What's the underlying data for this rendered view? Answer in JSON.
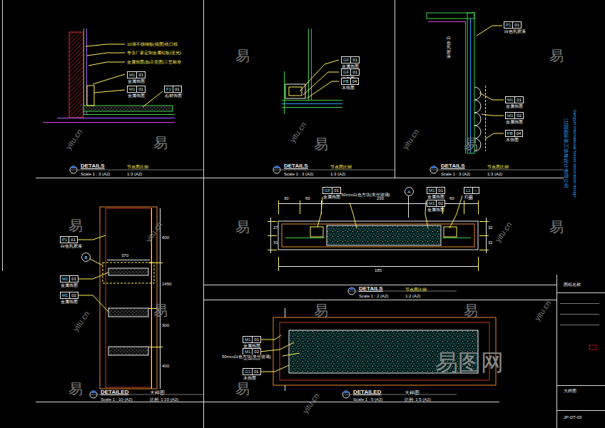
{
  "diagram": {
    "nodes": [
      {
        "text": [
          "M1",
          "01",
          "金属饰面"
        ]
      },
      {
        "text": [
          "M1",
          "01",
          "金属饰面"
        ]
      },
      {
        "text": [
          "F1",
          "01",
          "石材饰面"
        ]
      },
      {
        "text": [
          "GF",
          "01",
          "金属饰面"
        ]
      },
      {
        "text": [
          "GF",
          "01",
          "木饰面"
        ]
      },
      {
        "text": [
          "FB",
          "04",
          "木饰面"
        ]
      },
      {
        "text": [
          "P1",
          "01",
          "白色乳胶漆"
        ]
      },
      {
        "text": [
          "M1",
          "01",
          "金属饰面"
        ]
      },
      {
        "text": [
          "M1",
          "02",
          "金属饰面"
        ]
      },
      {
        "text": [
          "FB",
          "04",
          "木饰面"
        ]
      },
      {
        "text": [
          "GF",
          "01",
          "金属饰面"
        ]
      },
      {
        "text": [
          "M1",
          "01",
          "金属饰面"
        ]
      },
      {
        "text": [
          "M1",
          "02",
          "金属饰面"
        ]
      },
      {
        "text": [
          "L1",
          "--",
          "灯带"
        ]
      },
      {
        "text": [
          "A"
        ]
      },
      {
        "text": [
          "P1",
          "01",
          "白色乳胶漆"
        ]
      },
      {
        "text": [
          "B"
        ]
      },
      {
        "text": [
          "M1",
          "01",
          "金属饰面"
        ]
      },
      {
        "text": [
          "M1",
          "02",
          "金属饰面"
        ]
      },
      {
        "text": [
          "M1",
          "01",
          "金属饰面"
        ]
      },
      {
        "text": [
          "M1",
          "02",
          "金属饰面"
        ]
      },
      {
        "text": [
          "G1",
          "01",
          "木饰面"
        ]
      }
    ],
    "labels": [
      "10厚不锈钢板(镜面)收口线",
      "专业厂家定制金属铝板(亚光)",
      "金属饰面(如示意图)工艺标准",
      "白色乳胶漆",
      "DETAILS",
      "节点图比例",
      "Scale 1 : 3 (A2)",
      "1:3 (A2)",
      "DETAILS",
      "节点图比例",
      "Scale 1 : 3 (A2)",
      "1:3 (A2)",
      "DETAILS",
      "节点图比例",
      "Scale 1 : 3 (A2)",
      "1:3 (A2)",
      "DETAILS",
      "节点图比例",
      "Scale 1 : 2 (A2)",
      "1:2 (A2)",
      "DETAILED",
      "大样图",
      "Scale 1 : 10 (A2)",
      "比例: 1:10 (A2)",
      "DETAILED",
      "大样图",
      "Scale 1 : 5 (A2)",
      "比例: 1:5 (A2)",
      "30",
      "60",
      "50mm白色方块(夹丝玻璃)",
      "230",
      "60",
      "30",
      "27",
      "31",
      "32",
      "32",
      "185",
      "370",
      "600",
      "1450",
      "300",
      "400",
      "50mm白色方块(夹丝玻璃)",
      "江阴国际装工装饰设计有限公司",
      "Jiangyin international house decoration design",
      "图纸名称",
      "大样图",
      "JP-DT-03",
      "易",
      "易",
      "易",
      "易",
      "易",
      "易",
      "易",
      "易",
      "易",
      "易",
      "易",
      "易",
      "易",
      "yitu.cn",
      "yitu.cn",
      "yitu.cn",
      "yitu.cn",
      "yitu.cn",
      "yitu.cn",
      "yitu.cn",
      "yitu.cn",
      "易图网"
    ]
  }
}
